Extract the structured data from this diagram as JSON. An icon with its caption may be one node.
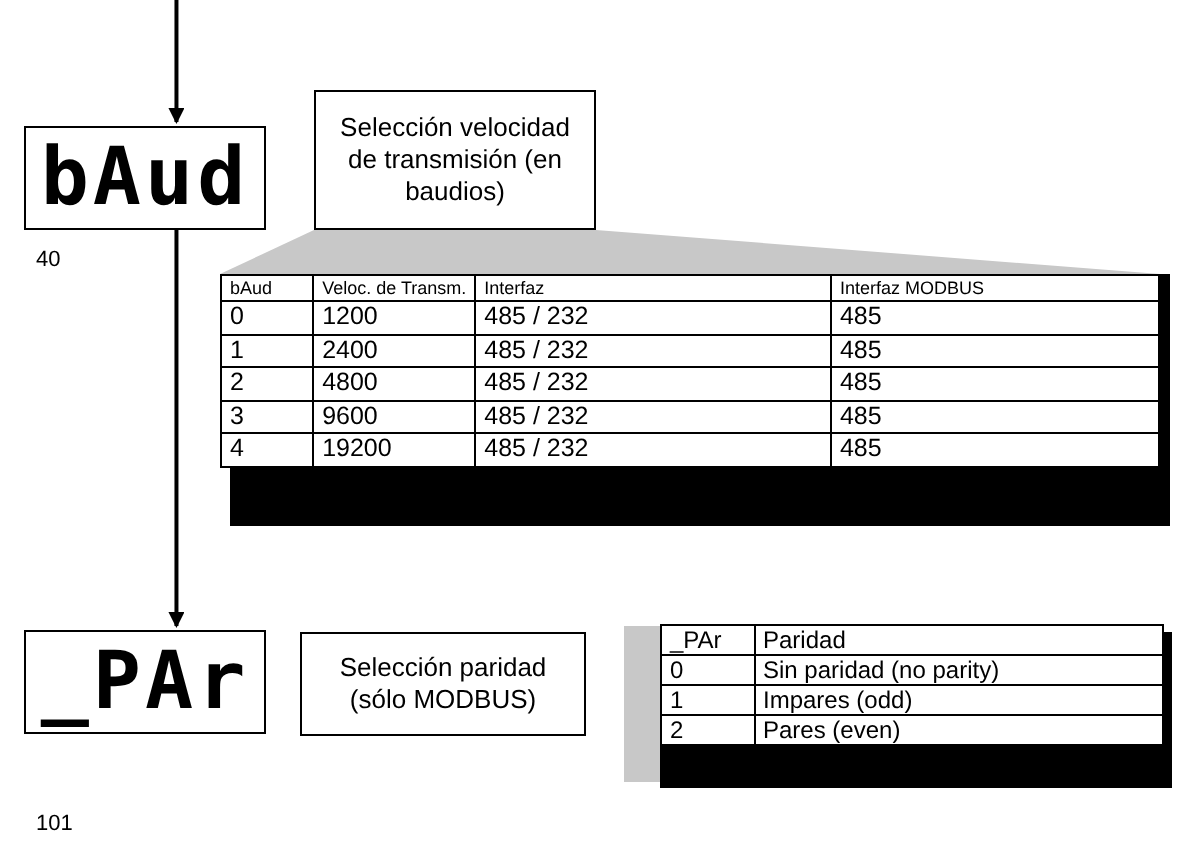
{
  "diagram": {
    "nodes": [
      {
        "text": [
          "bAud"
        ],
        "beside": [
          "40"
        ]
      },
      {
        "text": [
          "Selección velocidad de transmisión (en baudios)"
        ]
      },
      {
        "text": [
          "_PAr"
        ],
        "beside": [
          "101"
        ]
      },
      {
        "text": [
          "Selección paridad (sólo MODBUS)"
        ]
      }
    ],
    "edges": [
      {
        "from": null,
        "to": 0,
        "arrow": "to"
      },
      {
        "from": 0,
        "to": 2,
        "arrow": "to"
      }
    ],
    "labels": [
      "bAud",
      "Veloc. de Transm.",
      "Interfaz",
      "Interfaz MODBUS",
      "0",
      "1200",
      "485 / 232",
      "485",
      "1",
      "2400",
      "485 / 232",
      "485",
      "2",
      "4800",
      "485 / 232",
      "485",
      "3",
      "9600",
      "485 / 232",
      "485",
      "4",
      "19200",
      "485 / 232",
      "485",
      "_PAr",
      "Paridad",
      "0",
      "Sin paridad (no parity)",
      "1",
      "Impares (odd)",
      "2",
      "Pares (even)"
    ]
  }
}
